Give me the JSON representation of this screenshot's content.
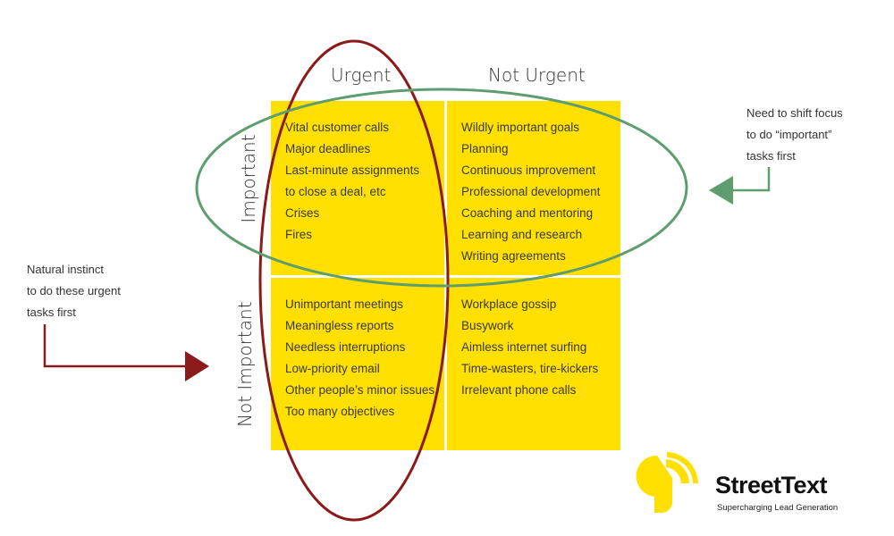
{
  "columns": {
    "urgent": "Urgent",
    "not_urgent": "Not Urgent"
  },
  "rows": {
    "important": "Important",
    "not_important": "Not Important"
  },
  "quadrants": {
    "urgent_important": [
      "Vital customer calls",
      "Major deadlines",
      "Last-minute assignments",
      "to close a deal, etc",
      "Crises",
      "Fires"
    ],
    "not_urgent_important": [
      "Wildly important goals",
      "Planning",
      "Continuous improvement",
      "Professional development",
      "Coaching and mentoring",
      "Learning and research",
      "Writing agreements"
    ],
    "urgent_not_important": [
      "Unimportant meetings",
      "Meaningless reports",
      "Needless interruptions",
      "Low-priority email",
      "Other people’s minor issues",
      "Too many objectives"
    ],
    "not_urgent_not_important": [
      "Workplace gossip",
      "Busywork",
      "Aimless internet surfing",
      "Time-wasters, tire-kickers",
      "Irrelevant phone calls"
    ]
  },
  "notes": {
    "left": [
      "Natural instinct",
      "to do these urgent",
      "tasks first"
    ],
    "right": [
      "Need to shift focus",
      "to do “important”",
      "tasks first"
    ]
  },
  "logo": {
    "name": "StreetText",
    "tagline": "Supercharging Lead Generation"
  },
  "colors": {
    "quadrant": "#FFE000",
    "urgent_ellipse": "#8B1A1A",
    "important_ellipse": "#5E9E6E",
    "logo_yellow": "#FFE000"
  }
}
